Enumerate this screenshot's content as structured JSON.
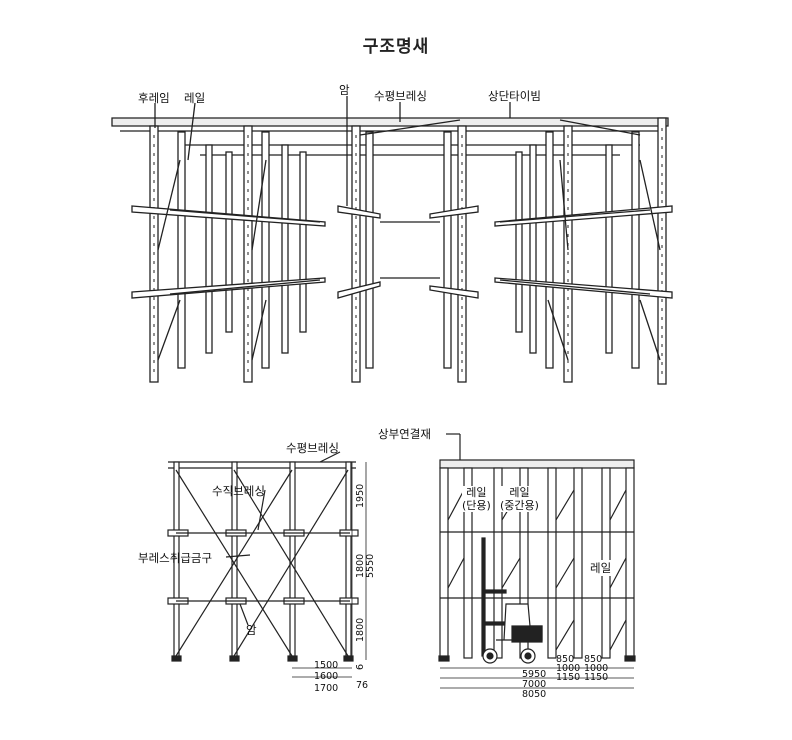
{
  "title": "구조명새",
  "top_view": {
    "labels": {
      "rear_frame": "후레임",
      "rail": "레일",
      "arm": "암",
      "horizontal_bracing": "수평브레싱",
      "top_tie_beam": "상단타이빔"
    }
  },
  "side_view": {
    "labels": {
      "horizontal_bracing": "수평브레싱",
      "vertical_bracing": "수직브레싱",
      "brace_fitting": "부레스취급금구",
      "arm": "암"
    },
    "dims_vertical": [
      "1950",
      "1800",
      "5550",
      "1800",
      "6",
      "76"
    ],
    "dims_horizontal": [
      "1500",
      "1600",
      "1700"
    ]
  },
  "front_view": {
    "labels": {
      "top_connector": "상부연결재",
      "rail_single": "레일\n(단용)",
      "rail_middle": "레일\n(중간용)",
      "rail": "레일"
    },
    "dims_horizontal": [
      "850",
      "1000",
      "1150",
      "850",
      "1000",
      "1150",
      "5950",
      "7000",
      "8050"
    ]
  }
}
